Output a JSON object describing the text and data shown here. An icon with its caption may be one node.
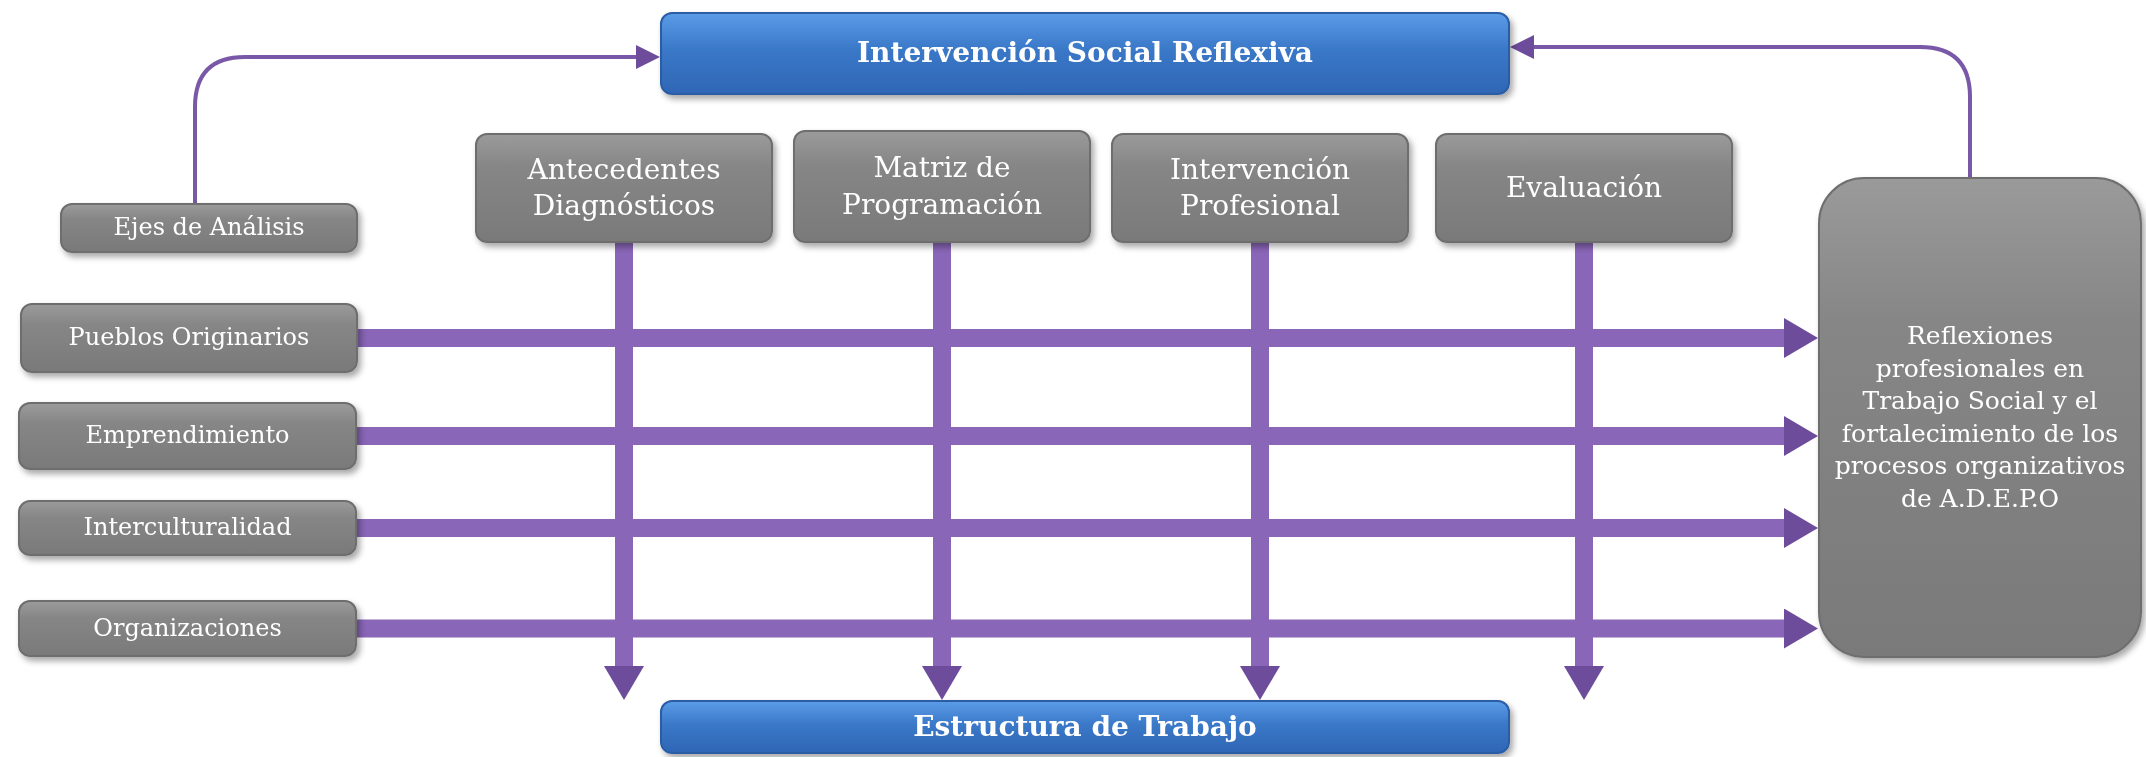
{
  "diagram": {
    "nodes": [
      {
        "text": [
          "Intervención Social Reflexiva"
        ]
      },
      {
        "text": [
          "Antecedentes Diagnósticos"
        ]
      },
      {
        "text": [
          "Matriz de Programación"
        ]
      },
      {
        "text": [
          "Intervención Profesional"
        ]
      },
      {
        "text": [
          "Evaluación"
        ]
      },
      {
        "text": [
          "Ejes de Análisis"
        ]
      },
      {
        "text": [
          "Pueblos Originarios"
        ]
      },
      {
        "text": [
          "Emprendimiento"
        ]
      },
      {
        "text": [
          "Interculturalidad"
        ]
      },
      {
        "text": [
          "Organizaciones"
        ]
      },
      {
        "text": [
          "Reflexiones profesionales en Trabajo Social y el fortalecimiento de los procesos organizativos de A.D.E.P.O"
        ]
      },
      {
        "text": [
          "Estructura de Trabajo"
        ]
      }
    ],
    "edges": [
      {
        "from": 5,
        "to": 0,
        "arrow": "to"
      },
      {
        "from": 10,
        "to": 0,
        "arrow": "to"
      },
      {
        "from": 1,
        "to": 11,
        "arrow": "to"
      },
      {
        "from": 2,
        "to": 11,
        "arrow": "to"
      },
      {
        "from": 3,
        "to": 11,
        "arrow": "to"
      },
      {
        "from": 4,
        "to": 11,
        "arrow": "to"
      },
      {
        "from": 6,
        "to": 10,
        "arrow": "to"
      },
      {
        "from": 7,
        "to": 10,
        "arrow": "to"
      },
      {
        "from": 8,
        "to": 10,
        "arrow": "to"
      },
      {
        "from": 9,
        "to": 10,
        "arrow": "to"
      }
    ]
  }
}
